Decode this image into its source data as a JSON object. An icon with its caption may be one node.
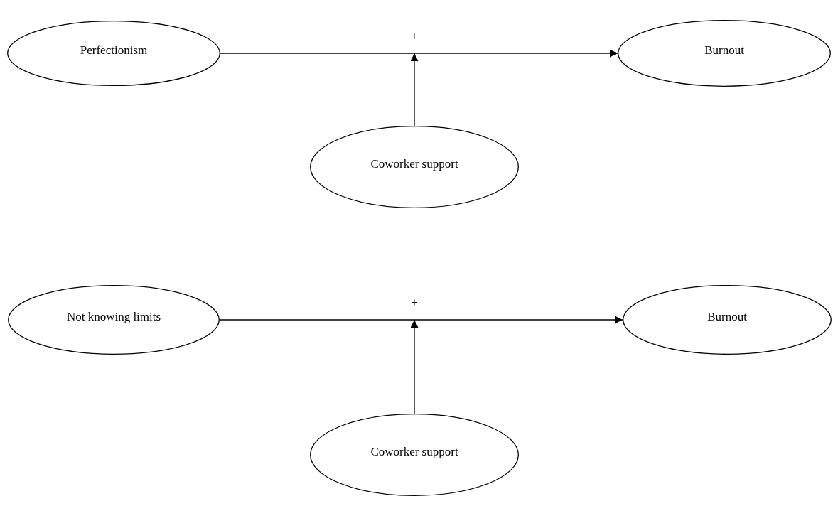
{
  "diagram": {
    "nodes": [
      {
        "text": [
          "Perfectionism"
        ]
      },
      {
        "text": [
          "Burnout"
        ]
      },
      {
        "text": [
          "Coworker support"
        ]
      },
      {
        "text": [
          "Not knowing limits"
        ]
      },
      {
        "text": [
          "Burnout"
        ]
      },
      {
        "text": [
          "Coworker support"
        ]
      }
    ],
    "edges": [
      {
        "from": 0,
        "to": 1,
        "arrow": "to",
        "label": "+"
      },
      {
        "from": 2,
        "to": null,
        "arrow": "to"
      },
      {
        "from": 3,
        "to": 4,
        "arrow": "to",
        "label": "+"
      },
      {
        "from": 5,
        "to": null,
        "arrow": "to"
      }
    ]
  }
}
